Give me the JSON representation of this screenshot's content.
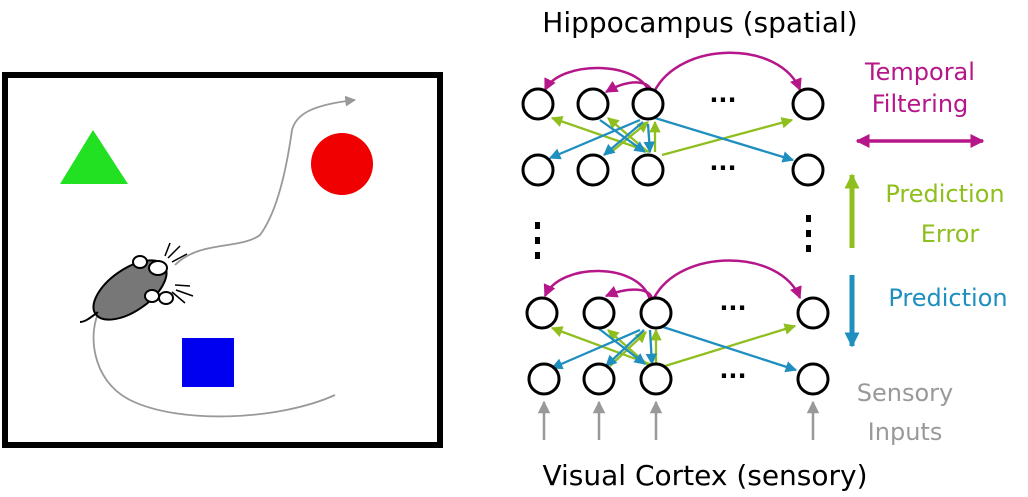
{
  "colors": {
    "temporal": "#b5178a",
    "prediction": "#1f8fbf",
    "error": "#8fbf1f",
    "sensory": "#999999",
    "triangle": "#22e022",
    "circle": "#f00000",
    "square": "#0000f0",
    "mouse": "#777777"
  },
  "titles": {
    "top": "Hippocampus (spatial)",
    "bottom": "Visual Cortex (sensory)"
  },
  "legend": {
    "temporal_line1": "Temporal",
    "temporal_line2": "Filtering",
    "error_line1": "Prediction",
    "error_line2": "Error",
    "prediction": "Prediction",
    "sensory_line1": "Sensory",
    "sensory_line2": "Inputs"
  },
  "ellipsis_h": "···",
  "environment": {
    "objects": [
      "triangle",
      "circle",
      "square"
    ],
    "agent": "mouse"
  }
}
